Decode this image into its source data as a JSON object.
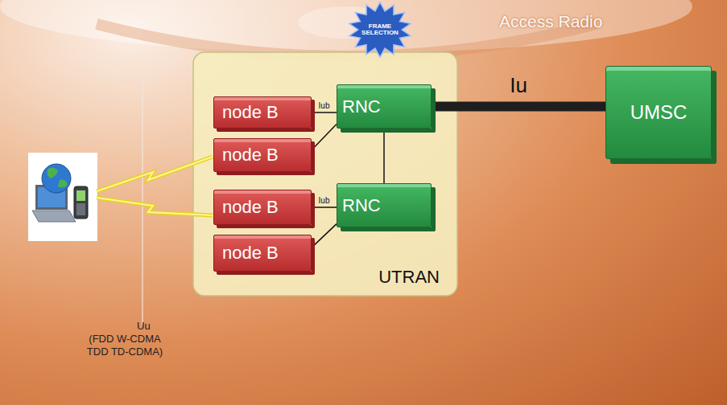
{
  "diagram": {
    "nodes": [
      {
        "text": [
          "FRAME SELECTION"
        ]
      },
      {
        "text": [
          "UTRAN"
        ]
      },
      {
        "text": [
          "node B"
        ],
        "in": 1
      },
      {
        "text": [
          "RNC"
        ],
        "in": 1
      },
      {
        "text": [
          "node B"
        ],
        "in": 1
      },
      {
        "text": [
          "node B"
        ],
        "in": 1
      },
      {
        "text": [
          "RNC"
        ],
        "in": 1
      },
      {
        "text": [
          "node B"
        ],
        "in": 1
      },
      {
        "text": [
          "UMSC"
        ]
      }
    ],
    "edges": [
      {
        "from": 2,
        "to": 3,
        "label": "Iub",
        "arrow": "none"
      },
      {
        "from": 4,
        "to": 3,
        "arrow": "none"
      },
      {
        "from": 3,
        "to": 6,
        "arrow": "none"
      },
      {
        "from": 5,
        "to": 6,
        "label": "Iub",
        "arrow": "none"
      },
      {
        "from": 7,
        "to": 6,
        "arrow": "none"
      },
      {
        "from": 3,
        "to": 8,
        "label": "Iu",
        "arrow": "none"
      }
    ],
    "labels": [
      "Access Radio",
      "Uu",
      "(FDD W-CDMA TDD TD-CDMA)"
    ]
  }
}
